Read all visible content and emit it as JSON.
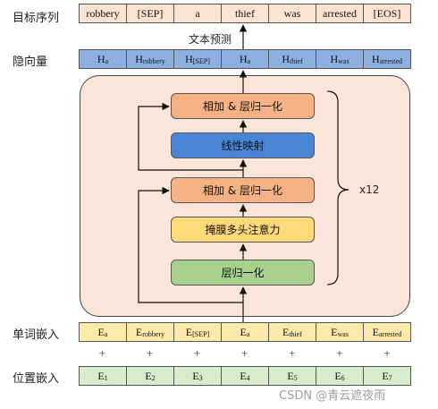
{
  "labels": {
    "target_seq": "目标序列",
    "hidden": "隐向量",
    "word_embed": "单词嵌入",
    "pos_embed": "位置嵌入",
    "text_predict": "文本预测",
    "repeat": "x12"
  },
  "target_tokens": [
    "robbery",
    "[SEP]",
    "a",
    "thief",
    "was",
    "arrested",
    "[EOS]"
  ],
  "hidden_tokens": [
    {
      "base": "H",
      "sub": "a"
    },
    {
      "base": "H",
      "sub": "robbery"
    },
    {
      "base": "H",
      "sub": "[SEP]"
    },
    {
      "base": "H",
      "sub": "a"
    },
    {
      "base": "H",
      "sub": "thief"
    },
    {
      "base": "H",
      "sub": "was"
    },
    {
      "base": "H",
      "sub": "arrested"
    }
  ],
  "word_tokens": [
    {
      "base": "E",
      "sub": "a"
    },
    {
      "base": "E",
      "sub": "robbery"
    },
    {
      "base": "E",
      "sub": "[SEP]"
    },
    {
      "base": "E",
      "sub": "a"
    },
    {
      "base": "E",
      "sub": "thief"
    },
    {
      "base": "E",
      "sub": "was"
    },
    {
      "base": "E",
      "sub": "arrested"
    }
  ],
  "pos_tokens": [
    {
      "base": "E",
      "sub": "1"
    },
    {
      "base": "E",
      "sub": "2"
    },
    {
      "base": "E",
      "sub": "3"
    },
    {
      "base": "E",
      "sub": "4"
    },
    {
      "base": "E",
      "sub": "5"
    },
    {
      "base": "E",
      "sub": "6"
    },
    {
      "base": "E",
      "sub": "7"
    }
  ],
  "plus_sign": "+",
  "blocks": {
    "add_norm_top": "相加 & 层归一化",
    "linear": "线性映射",
    "add_norm_mid": "相加 & 层归一化",
    "masked_attn": "掩膜多头注意力",
    "layer_norm": "层归一化"
  },
  "colors": {
    "target_fill": "#fbe3cf",
    "hidden_fill": "#8eb0e0",
    "panel_fill": "#fbe5d8",
    "add_norm_fill": "#f4b183",
    "linear_fill": "#4a86d4",
    "attn_fill": "#fdd97a",
    "norm_fill": "#a9d18e",
    "word_fill": "#fde9a8",
    "pos_fill": "#d6eccb"
  },
  "watermark": "CSDN @青云遮夜雨"
}
